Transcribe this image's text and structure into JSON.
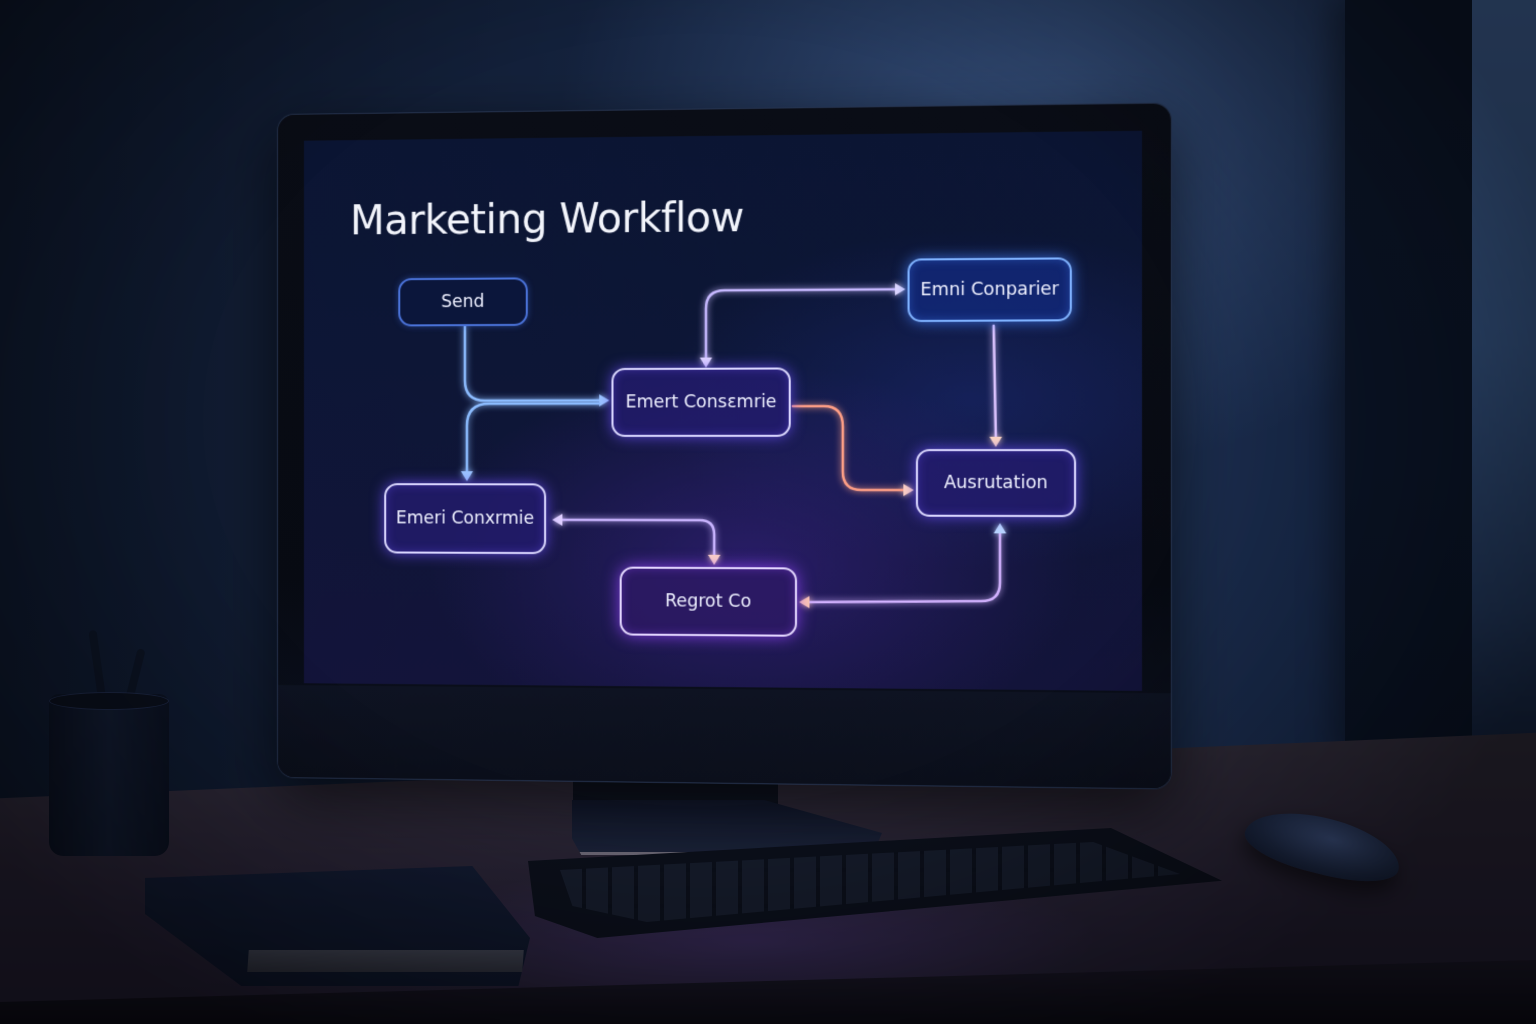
{
  "screen": {
    "title": "Marketing Workflow",
    "nodes": [
      {
        "id": "send",
        "label": "Send"
      },
      {
        "id": "email-campaign-top",
        "label": "Emni Conparier"
      },
      {
        "id": "event-consume-center",
        "label": "Emert Consεmrie"
      },
      {
        "id": "email-consume-left",
        "label": "Emeri Conxrmie"
      },
      {
        "id": "automation",
        "label": "Ausrutation"
      },
      {
        "id": "report",
        "label": "Regrot Co"
      }
    ],
    "connectors": [
      {
        "from": "send",
        "to": "event-consume-center",
        "color": "#6fa8ff"
      },
      {
        "from": "send",
        "to": "email-consume-left",
        "color": "#6fa8ff"
      },
      {
        "from": "event-consume-center",
        "to": "email-campaign-top",
        "color": "#b9a8ff"
      },
      {
        "from": "email-campaign-top",
        "to": "automation",
        "color": "#d6b0ff"
      },
      {
        "from": "event-consume-center",
        "to": "automation",
        "color": "#ff9a7a"
      },
      {
        "from": "report",
        "to": "email-consume-left",
        "color": "#c0a0ff"
      },
      {
        "from": "automation",
        "to": "report",
        "color": "#c79cff"
      }
    ],
    "colors": {
      "accent_blue": "#5e9bff",
      "accent_violet": "#8a6bff",
      "accent_orange": "#ff8c6b",
      "screen_bg": "#0d1636"
    }
  },
  "scene": {
    "objects": [
      "monitor",
      "keyboard",
      "mouse",
      "notebook",
      "pen-cup"
    ]
  }
}
